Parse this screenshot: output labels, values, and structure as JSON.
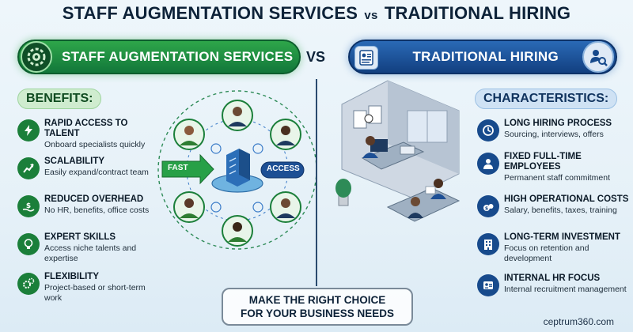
{
  "title": {
    "left": "STAFF AUGMENTATION SERVICES",
    "vs": "vs",
    "right": "TRADITIONAL HIRING"
  },
  "header": {
    "left_label": "STAFF AUGMENTATION SERVICES",
    "vs": "VS",
    "right_label": "TRADITIONAL HIRING",
    "left_color": "#1f8f42",
    "right_color": "#1d4f94"
  },
  "benefits": {
    "heading": "BENEFITS:",
    "items": [
      {
        "title": "RAPID ACCESS TO TALENT",
        "desc": "Onboard specialists quickly",
        "icon": "lightning-icon"
      },
      {
        "title": "SCALABILITY",
        "desc": "Easily expand/contract team",
        "icon": "growth-arrow-icon"
      },
      {
        "title": "REDUCED OVERHEAD",
        "desc": "No HR, benefits, office costs",
        "icon": "dollar-hand-icon"
      },
      {
        "title": "EXPERT SKILLS",
        "desc": "Access niche talents and expertise",
        "icon": "lightbulb-icon"
      },
      {
        "title": "FLEXIBILITY",
        "desc": "Project-based or short-term work",
        "icon": "gears-icon"
      }
    ]
  },
  "characteristics": {
    "heading": "CHARACTERISTICS:",
    "items": [
      {
        "title": "LONG HIRING PROCESS",
        "desc": "Sourcing, interviews, offers",
        "icon": "clock-icon"
      },
      {
        "title": "FIXED FULL-TIME EMPLOYEES",
        "desc": "Permanent staff commitment",
        "icon": "person-icon"
      },
      {
        "title": "HIGH OPERATIONAL COSTS",
        "desc": "Salary, benefits, taxes, training",
        "icon": "money-bags-icon"
      },
      {
        "title": "LONG-TERM INVESTMENT",
        "desc": "Focus on retention and development",
        "icon": "building-icon"
      },
      {
        "title": "INTERNAL HR FOCUS",
        "desc": "Internal recruitment management",
        "icon": "id-card-icon"
      }
    ]
  },
  "graphic": {
    "fast_label": "FAST",
    "access_label": "ACCESS"
  },
  "cta": {
    "line1": "MAKE THE RIGHT CHOICE",
    "line2": "FOR YOUR BUSINESS NEEDS"
  },
  "brand": "ceptrum360.com"
}
